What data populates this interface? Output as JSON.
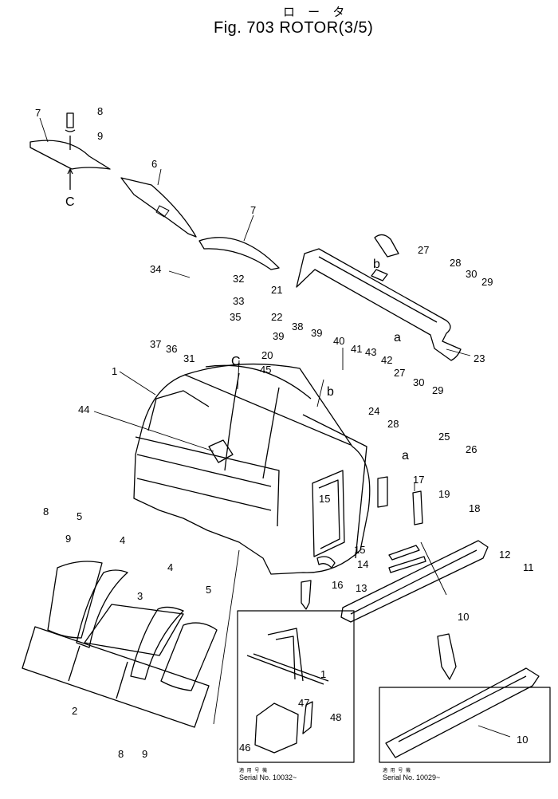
{
  "header": {
    "title_jp": "ロ ー タ",
    "title": "Fig. 703 ROTOR(3/5)"
  },
  "callouts": [
    {
      "id": "c8a",
      "text": "8"
    },
    {
      "id": "c9a",
      "text": "9"
    },
    {
      "id": "c7a",
      "text": "7"
    },
    {
      "id": "cCa",
      "text": "C"
    },
    {
      "id": "c6",
      "text": "6"
    },
    {
      "id": "c7b",
      "text": "7"
    },
    {
      "id": "cb1",
      "text": "b"
    },
    {
      "id": "c27a",
      "text": "27"
    },
    {
      "id": "c28a",
      "text": "28"
    },
    {
      "id": "c30a",
      "text": "30"
    },
    {
      "id": "c29a",
      "text": "29"
    },
    {
      "id": "ca1",
      "text": "a"
    },
    {
      "id": "c23",
      "text": "23"
    },
    {
      "id": "c34",
      "text": "34"
    },
    {
      "id": "c32",
      "text": "32"
    },
    {
      "id": "c33",
      "text": "33"
    },
    {
      "id": "c21",
      "text": "21"
    },
    {
      "id": "c22",
      "text": "22"
    },
    {
      "id": "c35",
      "text": "35"
    },
    {
      "id": "c37",
      "text": "37"
    },
    {
      "id": "c36",
      "text": "36"
    },
    {
      "id": "c31",
      "text": "31"
    },
    {
      "id": "c20",
      "text": "20"
    },
    {
      "id": "c38",
      "text": "38"
    },
    {
      "id": "c39a",
      "text": "39"
    },
    {
      "id": "c39b",
      "text": "39"
    },
    {
      "id": "c40",
      "text": "40"
    },
    {
      "id": "c41",
      "text": "41"
    },
    {
      "id": "c43",
      "text": "43"
    },
    {
      "id": "c42",
      "text": "42"
    },
    {
      "id": "cCb",
      "text": "C"
    },
    {
      "id": "c45",
      "text": "45"
    },
    {
      "id": "cb2",
      "text": "b"
    },
    {
      "id": "c1a",
      "text": "1"
    },
    {
      "id": "c27b",
      "text": "27"
    },
    {
      "id": "c30b",
      "text": "30"
    },
    {
      "id": "c29b",
      "text": "29"
    },
    {
      "id": "c44",
      "text": "44"
    },
    {
      "id": "c24",
      "text": "24"
    },
    {
      "id": "c28b",
      "text": "28"
    },
    {
      "id": "c25",
      "text": "25"
    },
    {
      "id": "c26",
      "text": "26"
    },
    {
      "id": "ca2",
      "text": "a"
    },
    {
      "id": "c17",
      "text": "17"
    },
    {
      "id": "c19",
      "text": "19"
    },
    {
      "id": "c18",
      "text": "18"
    },
    {
      "id": "c15a",
      "text": "15"
    },
    {
      "id": "c15b",
      "text": "15"
    },
    {
      "id": "c14",
      "text": "14"
    },
    {
      "id": "c16",
      "text": "16"
    },
    {
      "id": "c13",
      "text": "13"
    },
    {
      "id": "c12",
      "text": "12"
    },
    {
      "id": "c11",
      "text": "11"
    },
    {
      "id": "c10a",
      "text": "10"
    },
    {
      "id": "c8b",
      "text": "8"
    },
    {
      "id": "c9b",
      "text": "9"
    },
    {
      "id": "c5a",
      "text": "5"
    },
    {
      "id": "c4a",
      "text": "4"
    },
    {
      "id": "c3",
      "text": "3"
    },
    {
      "id": "c4b",
      "text": "4"
    },
    {
      "id": "c5b",
      "text": "5"
    },
    {
      "id": "c2",
      "text": "2"
    },
    {
      "id": "c8c",
      "text": "8"
    },
    {
      "id": "c9c",
      "text": "9"
    },
    {
      "id": "c1b",
      "text": "1"
    },
    {
      "id": "c47",
      "text": "47"
    },
    {
      "id": "c48",
      "text": "48"
    },
    {
      "id": "c46",
      "text": "46"
    },
    {
      "id": "c10b",
      "text": "10"
    }
  ],
  "inset_left": {
    "serial_jp": "適 用 号 機",
    "serial": "Serial No. 10032~"
  },
  "inset_right": {
    "serial_jp": "適 用 号 機",
    "serial": "Serial No. 10029~"
  }
}
